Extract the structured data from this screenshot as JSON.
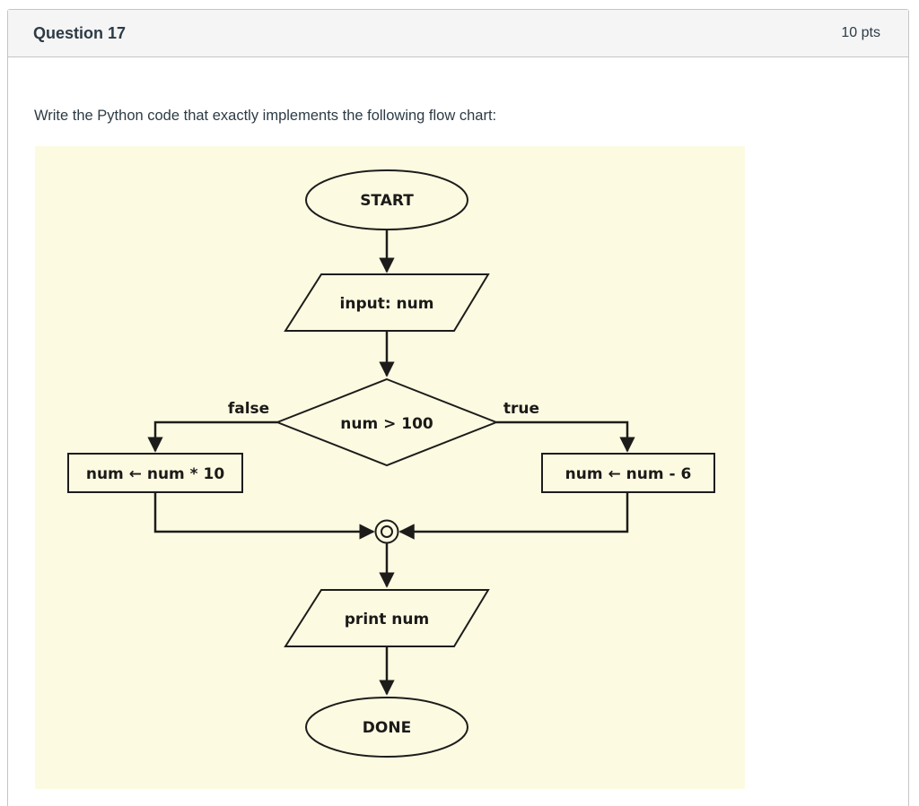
{
  "header": {
    "title": "Question 17",
    "points": "10 pts"
  },
  "prompt": "Write the Python code that exactly implements the following flow chart:",
  "flowchart": {
    "background": "#fcfbe2",
    "stroke_color": "#1e1c1a",
    "nodes": {
      "start": {
        "type": "terminator",
        "label": "START"
      },
      "input": {
        "type": "input-output",
        "label": "input: num"
      },
      "decision": {
        "type": "decision",
        "label": "num > 100"
      },
      "false_process": {
        "type": "process",
        "label": "num ← num * 10"
      },
      "true_process": {
        "type": "process",
        "label": "num ← num - 6"
      },
      "merge": {
        "type": "connector"
      },
      "print": {
        "type": "input-output",
        "label": "print num"
      },
      "done": {
        "type": "terminator",
        "label": "DONE"
      }
    },
    "branch_labels": {
      "false_label": "false",
      "true_label": "true"
    }
  }
}
